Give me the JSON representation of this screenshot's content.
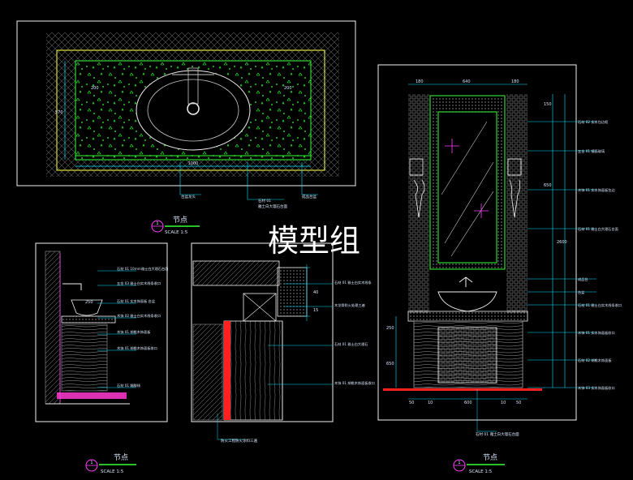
{
  "watermark": "模型组",
  "colors": {
    "background": "#000000",
    "frame": "#f2f2f2",
    "cyan": "#00e5ff",
    "green": "#35ff35",
    "yellow": "#ffff40",
    "magenta": "#ff40ff",
    "red": "#ff2020",
    "hatch": "#7a7a7a",
    "text": "#d8e8ff"
  },
  "plan_view": {
    "dims": {
      "width": "1000",
      "height": "570",
      "left": "200",
      "right": "200"
    },
    "labels": [
      "台盆龙头",
      "石材 01",
      "雅士白大理石台面",
      "成品台盆"
    ]
  },
  "node_titles": {
    "a": {
      "mark": "1",
      "title": "节点",
      "scale": "SCALE 1:5"
    },
    "b": {
      "mark": "1",
      "title": "节点",
      "scale": "SCALE 1:5"
    },
    "c": {
      "mark": "1",
      "title": "节点",
      "scale": "SCALE 1:5"
    }
  },
  "section_left": {
    "dim": "250",
    "labels": [
      "石材 01 10mm雅士白大理石台面",
      "五金 03 雅士白实木线条收口",
      "石材 01 实木饰面板 台盆",
      "木饰 02 雅士白实木线条收口",
      "木饰 01 胡桃木饰面板",
      "木饰 01 胡桃木饰面板收口",
      "石材 01 踢脚线"
    ]
  },
  "section_mid": {
    "dims": [
      "40",
      "15"
    ],
    "labels": [
      "石材 01 雅士白实木线条",
      "木龙骨防火处理三遍",
      "石材 01 雅士白大理石",
      "木饰 01 胡桃木饰面板收口"
    ],
    "bottom_label": "防火工程防火涂料三遍"
  },
  "elevation": {
    "top_dims": [
      "180",
      "640",
      "180"
    ],
    "right_dims": [
      "150",
      "650",
      "2600"
    ],
    "left_dims": [
      "250",
      "650"
    ],
    "bottom_dims": [
      "50",
      "10",
      "600",
      "10",
      "50"
    ],
    "labels": [
      "石材 02 实木包边框",
      "五金 01 镜面玻璃",
      "木饰 01 实木饰面板包边",
      "石材 01 雅士白大理石台面",
      "成品台",
      "台盆",
      "石材 01 雅士白实木线条收口",
      "木饰 01 实木饰面板收口",
      "石材 02 胡桃木饰面板",
      "木饰 03 实木饰面板收口"
    ],
    "bottom_label": "石材 01 雅士白大理石台面"
  }
}
